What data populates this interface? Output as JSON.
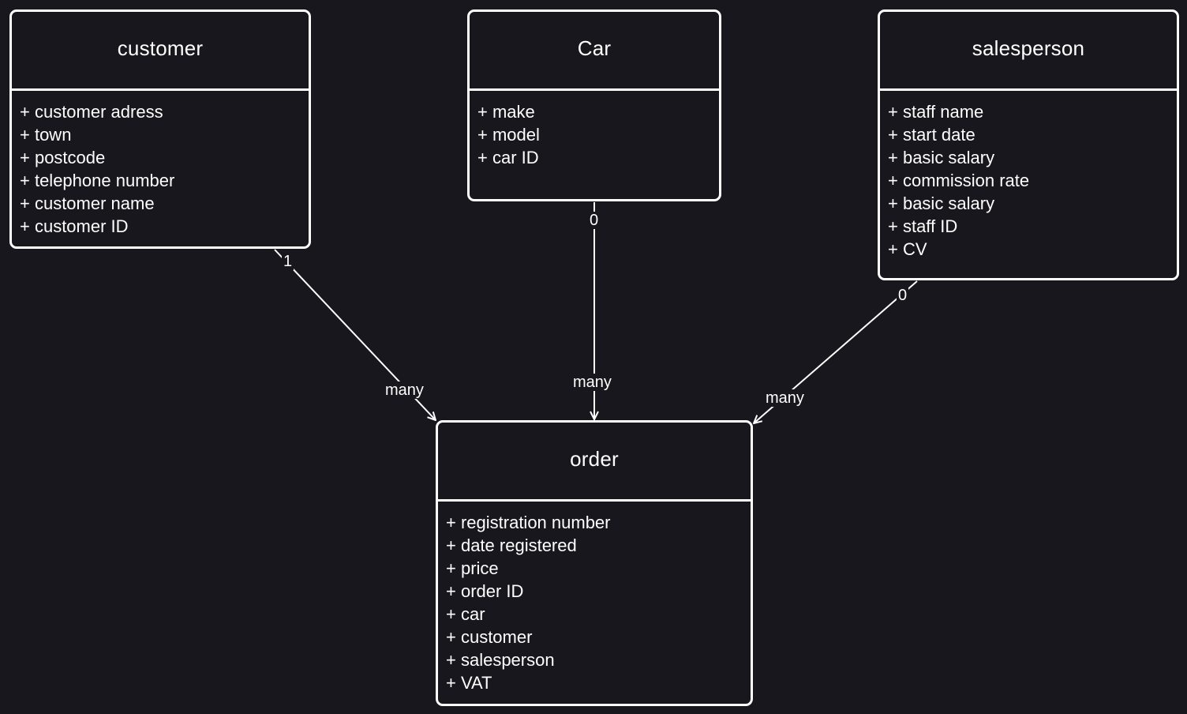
{
  "entities": {
    "customer": {
      "title": "customer",
      "attributes": [
        "+ customer adress",
        "+ town",
        "+ postcode",
        "+ telephone number",
        "+ customer name",
        "+ customer ID"
      ]
    },
    "car": {
      "title": "Car",
      "attributes": [
        "+ make",
        "+ model",
        "+ car ID"
      ]
    },
    "salesperson": {
      "title": "salesperson",
      "attributes": [
        "+ staff name",
        "+ start date",
        "+ basic salary",
        "+ commission rate",
        "+ basic salary",
        "+ staff ID",
        "+ CV"
      ]
    },
    "order": {
      "title": "order",
      "attributes": [
        "+ registration number",
        "+ date registered",
        "+ price",
        "+ order ID",
        "+ car",
        "+ customer",
        "+ salesperson",
        "+ VAT"
      ]
    }
  },
  "relationships": [
    {
      "from": "customer",
      "to": "order",
      "source_multiplicity": "1",
      "target_multiplicity": "many"
    },
    {
      "from": "car",
      "to": "order",
      "source_multiplicity": "0",
      "target_multiplicity": "many"
    },
    {
      "from": "salesperson",
      "to": "order",
      "source_multiplicity": "0",
      "target_multiplicity": "many"
    }
  ],
  "colors": {
    "background": "#18171e",
    "stroke": "#ffffff",
    "text": "#ffffff"
  }
}
